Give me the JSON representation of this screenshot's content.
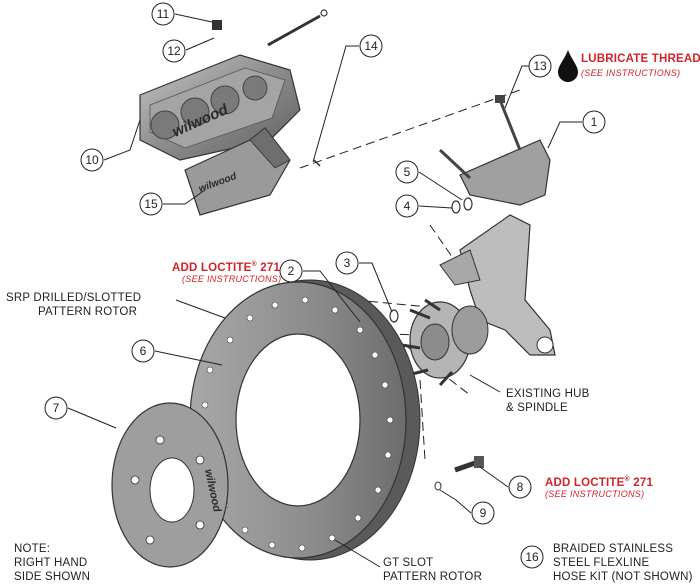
{
  "callouts": [
    {
      "n": "11"
    },
    {
      "n": "12"
    },
    {
      "n": "14"
    },
    {
      "n": "13"
    },
    {
      "n": "1"
    },
    {
      "n": "10"
    },
    {
      "n": "5"
    },
    {
      "n": "4"
    },
    {
      "n": "15"
    },
    {
      "n": "2"
    },
    {
      "n": "3"
    },
    {
      "n": "6"
    },
    {
      "n": "7"
    },
    {
      "n": "8"
    },
    {
      "n": "9"
    },
    {
      "n": "16"
    }
  ],
  "notes": {
    "lubricate": "LUBRICATE THREADS",
    "lubricate_sub": "(SEE INSTRUCTIONS)",
    "loctite_top": "ADD LOCTITE",
    "loctite_top_num": "271",
    "loctite_top_sub": "(SEE INSTRUCTIONS)",
    "loctite_bottom": "ADD LOCTITE",
    "loctite_bottom_num": "271",
    "loctite_bottom_sub": "(SEE INSTRUCTIONS)",
    "registered": "®"
  },
  "labels": {
    "srp_line1": "SRP DRILLED/SLOTTED",
    "srp_line2": "PATTERN ROTOR",
    "hub_line1": "EXISTING HUB",
    "hub_line2": "& SPINDLE",
    "gt_line1": "GT SLOT",
    "gt_line2": "PATTERN ROTOR",
    "note_line1": "NOTE:",
    "note_line2": "RIGHT HAND",
    "note_line3": "SIDE SHOWN",
    "hose_line1": "BRAIDED STAINLESS",
    "hose_line2": "STEEL FLEXLINE",
    "hose_line3": "HOSE KIT (NOT SHOWN)"
  },
  "brand": {
    "caliper_logo": "wilwood",
    "pad_logo": "wilwood",
    "hat_logo": "wilwood"
  },
  "colors": {
    "accent_red": "#d2232a",
    "part_gray": "#8e8e8e",
    "line": "#222222"
  }
}
